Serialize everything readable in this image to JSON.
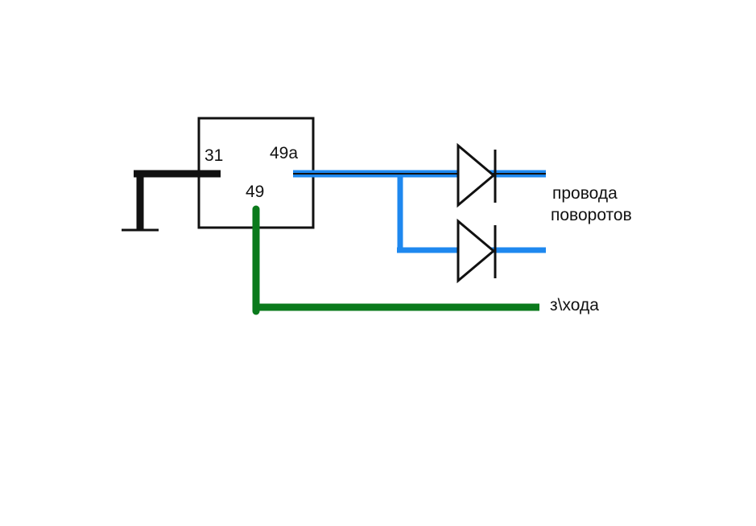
{
  "colors": {
    "background": "#ffffff",
    "relay_outline": "#111111",
    "ground_wire": "#111111",
    "turn_signal_wire": "#1e88ef",
    "reverse_wire": "#0b7a1c",
    "diode": "#111111",
    "text": "#111111"
  },
  "relay": {
    "pin_31": "31",
    "pin_49a": "49a",
    "pin_49": "49"
  },
  "labels": {
    "turn_signal_line1": "провода",
    "turn_signal_line2": "поворотов",
    "reverse": "з\\хода"
  },
  "icons": {
    "ground": "ground-symbol-icon",
    "diode_upper": "diode-icon",
    "diode_lower": "diode-icon"
  }
}
